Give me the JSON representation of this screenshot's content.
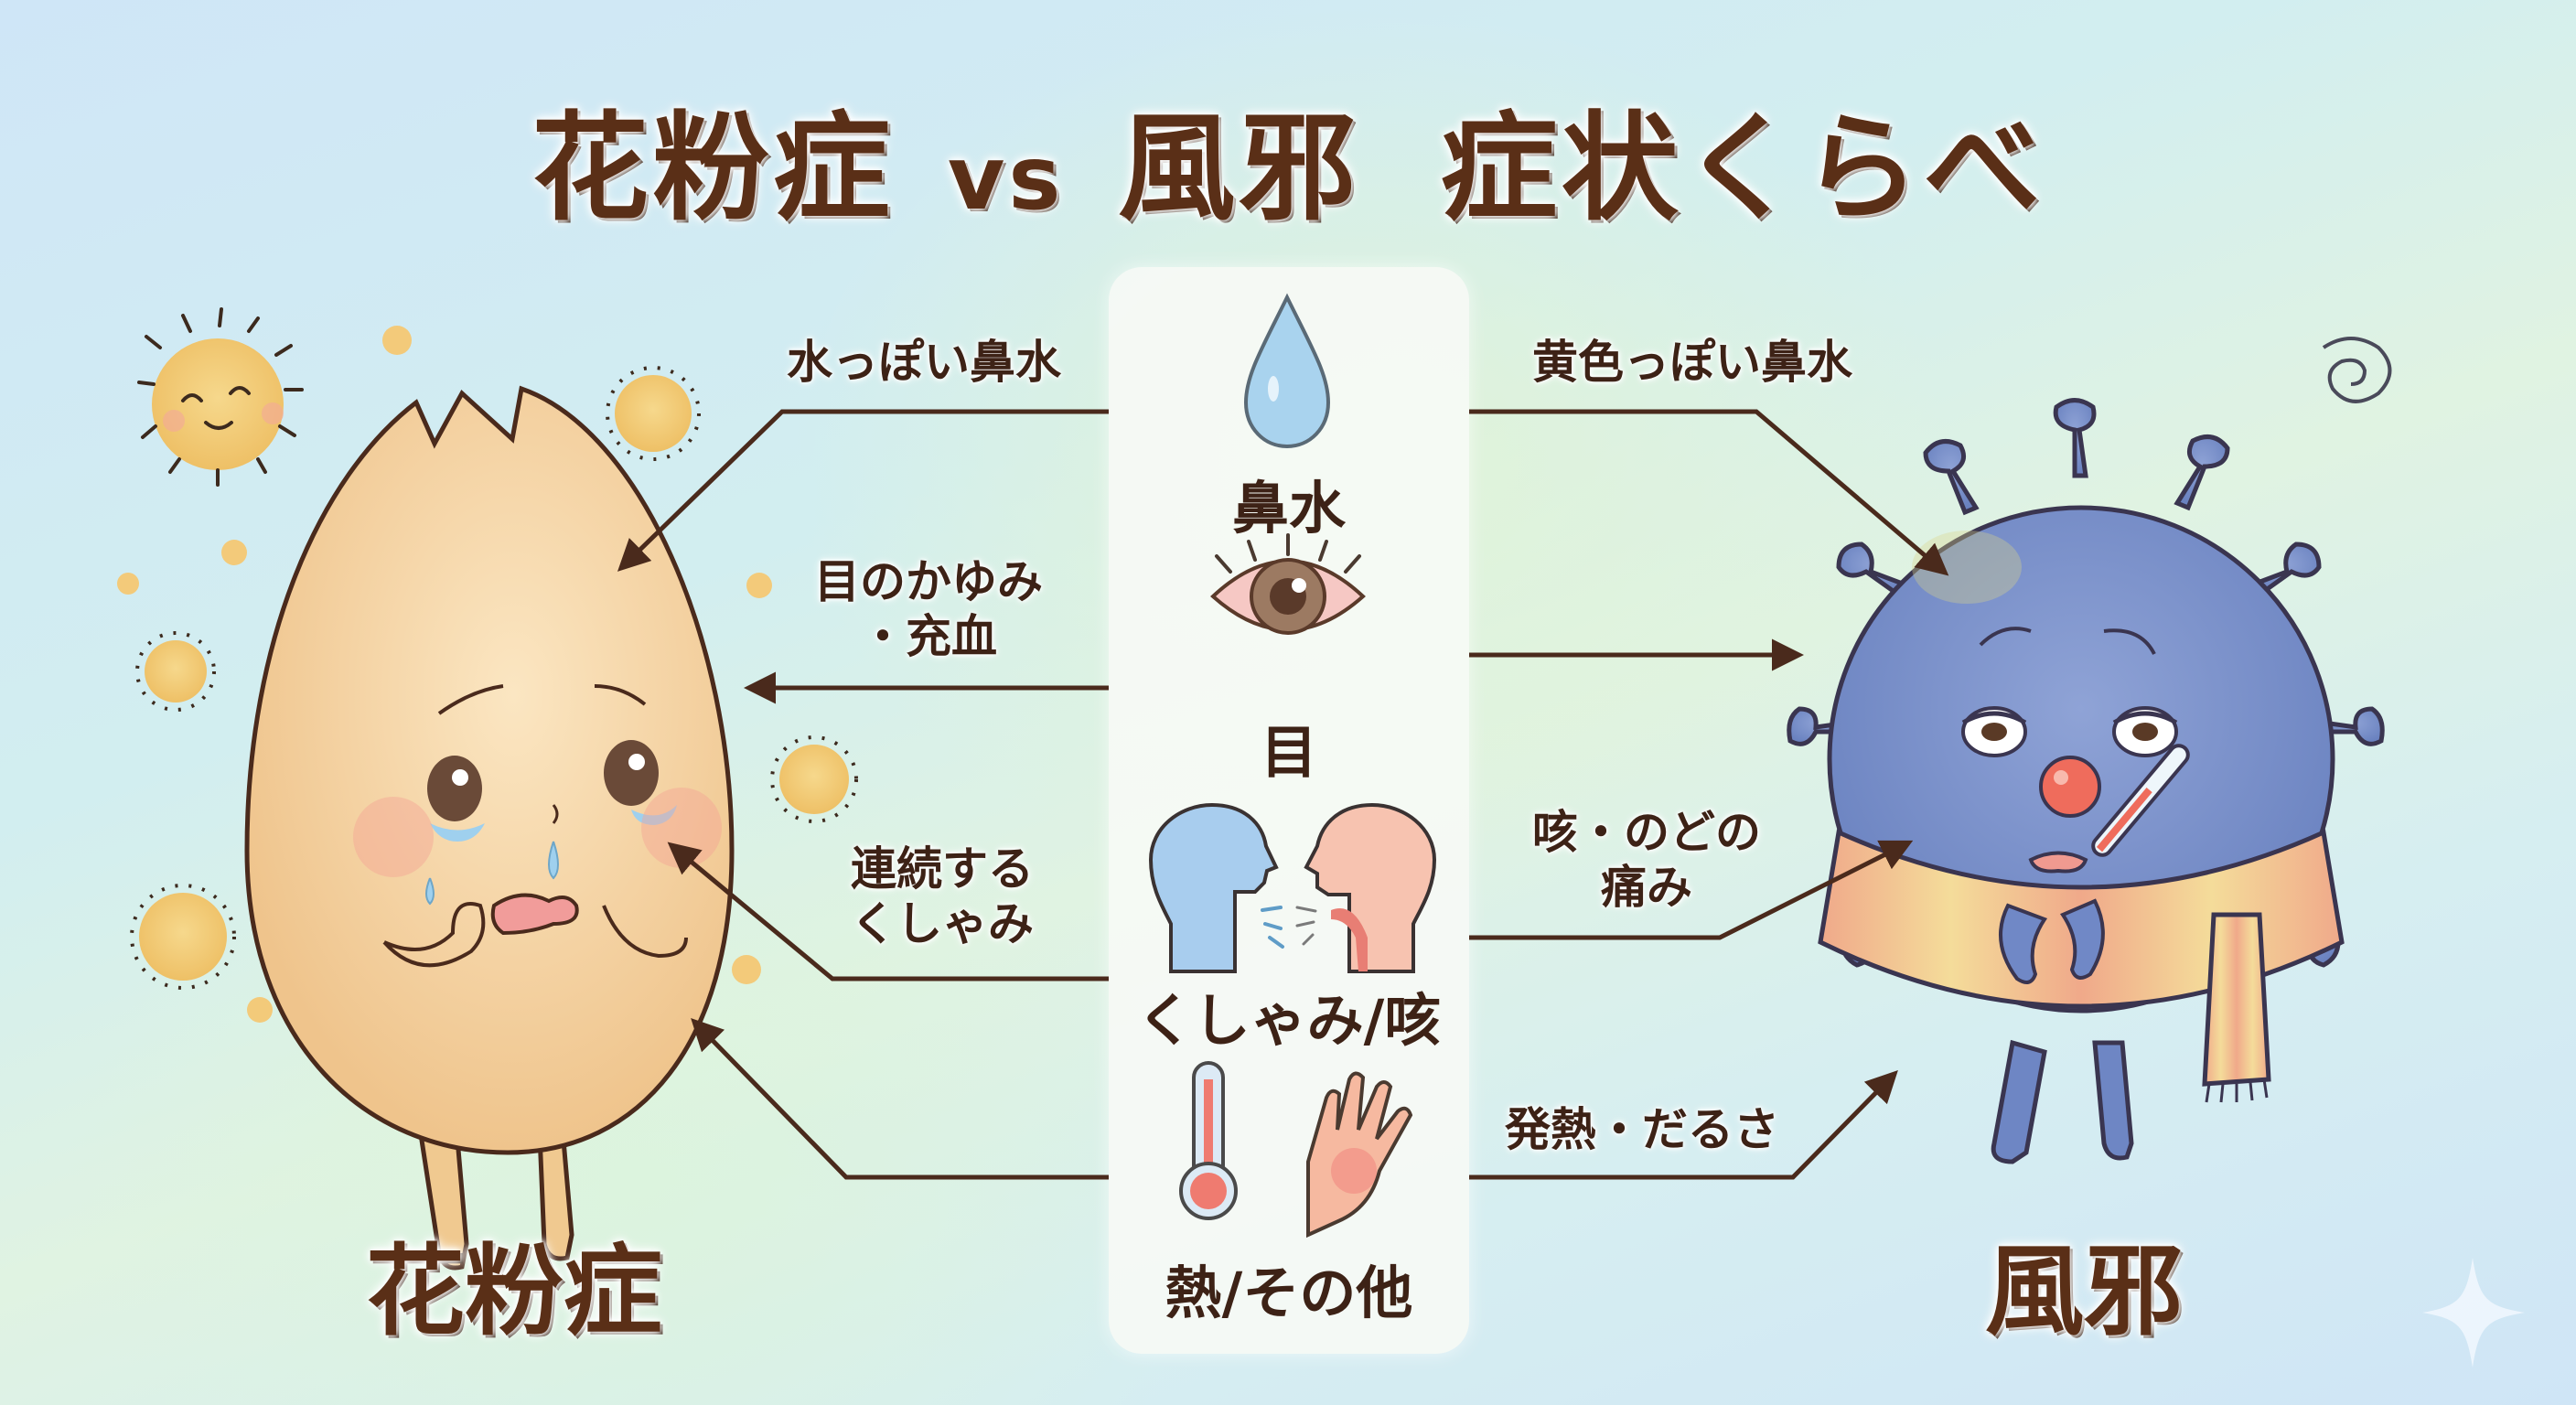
{
  "title": {
    "left": "花粉症",
    "vs": "vs",
    "right": "風邪",
    "suffix": "症状くらべ"
  },
  "colors": {
    "text_brown": "#5a2f17",
    "arrow_brown": "#4a2a1c",
    "pollen_yellow": "#f1c46a",
    "virus_blue": "#6f86c2",
    "panel_bg": "#f6faf5"
  },
  "categories": [
    {
      "label": "鼻水",
      "icon": "water-drop-icon"
    },
    {
      "label": "目",
      "icon": "red-eye-icon"
    },
    {
      "label": "くしゃみ/咳",
      "icon": "sneeze-cough-heads-icon"
    },
    {
      "label": "熱/その他",
      "icon": "thermometer-hand-icon"
    }
  ],
  "hay_fever": {
    "name": "花粉症",
    "symptoms": [
      {
        "text": "水っぽい鼻水"
      },
      {
        "line1": "目のかゆみ",
        "line2": "・充血"
      },
      {
        "line1": "連続する",
        "line2": "くしゃみ"
      },
      {
        "text": ""
      }
    ]
  },
  "cold": {
    "name": "風邪",
    "symptoms": [
      {
        "text": "黄色っぽい鼻水"
      },
      {
        "text": ""
      },
      {
        "line1": "咳・のどの",
        "line2": "痛み"
      },
      {
        "text": "発熱・だるさ"
      }
    ]
  },
  "decorations": {
    "sparkle": "sparkle-icon",
    "dizzy_swirl": "dizzy-swirl-icon"
  }
}
